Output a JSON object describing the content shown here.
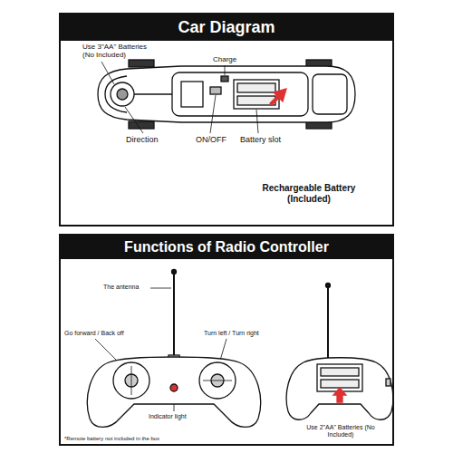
{
  "diagram": {
    "nodes": [
      {
        "text": [
          "Car Diagram"
        ]
      },
      {
        "text": [
          "Functions of Radio Controller"
        ]
      }
    ],
    "labels": [
      "Use 3\"AA\" Batteries (No Included)",
      "Charge",
      "Direction",
      "ON/OFF",
      "Battery slot",
      "Rechargeable Battery (Included)",
      "The antenna",
      "Go forward / Back off",
      "Turn left / Turn right",
      "Indicator light",
      "Use 2\"AA\" Batteries (No Included)",
      "*Remote battery not included in the box"
    ]
  }
}
